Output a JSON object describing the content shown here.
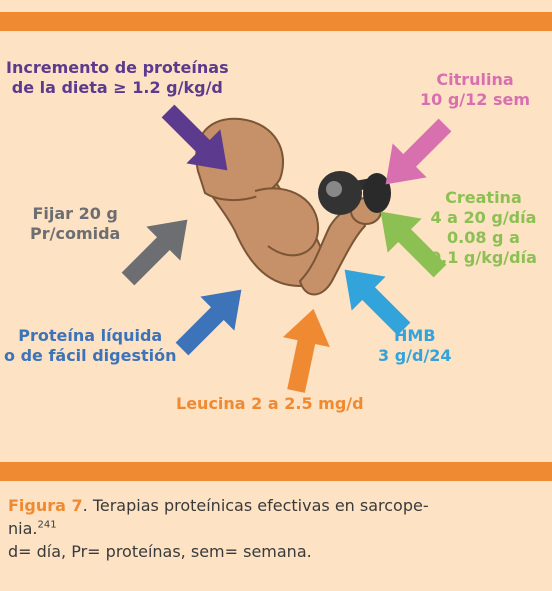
{
  "colors": {
    "background": "#fde2c4",
    "accent_bar": "#f08a32",
    "purple": "#5c3b8e",
    "pink": "#d870b0",
    "green": "#8cc052",
    "gray": "#6d6e71",
    "blue": "#3d73b9",
    "light_blue": "#33a3dc",
    "orange": "#f08a32",
    "skin": "#c69068"
  },
  "labels": {
    "proteinas": {
      "line1": "Incremento de proteínas",
      "line2": "de la dieta ≥ 1.2 g/kg/d",
      "icon": "arrow-down-right"
    },
    "citrulina": {
      "line1": "Citrulina",
      "line2": "10 g/12 sem",
      "icon": "arrow-down-left"
    },
    "creatina": {
      "line1": "Creatina",
      "line2": "4 a 20 g/día",
      "line3": "0.08 g a",
      "line4": "0.1 g/kg/día",
      "icon": "arrow-up-left"
    },
    "fijar": {
      "line1": "Fijar 20 g",
      "line2": "Pr/comida",
      "icon": "arrow-up-right"
    },
    "liquida": {
      "line1": "Proteína líquida",
      "line2": "o de fácil digestión",
      "icon": "arrow-up-right"
    },
    "hmb": {
      "line1": "HMB",
      "line2": "3 g/d/24",
      "icon": "arrow-up-left"
    },
    "leucina": {
      "line1": "Leucina 2 a 2.5 mg/d",
      "icon": "arrow-up"
    }
  },
  "caption": {
    "figure_label": "Figura 7",
    "text_part1": ". Terapias proteínicas efectivas en sarcope-",
    "text_part2": "nia.",
    "reference": "241",
    "abbreviations": "d= día, Pr= proteínas, sem= semana."
  }
}
